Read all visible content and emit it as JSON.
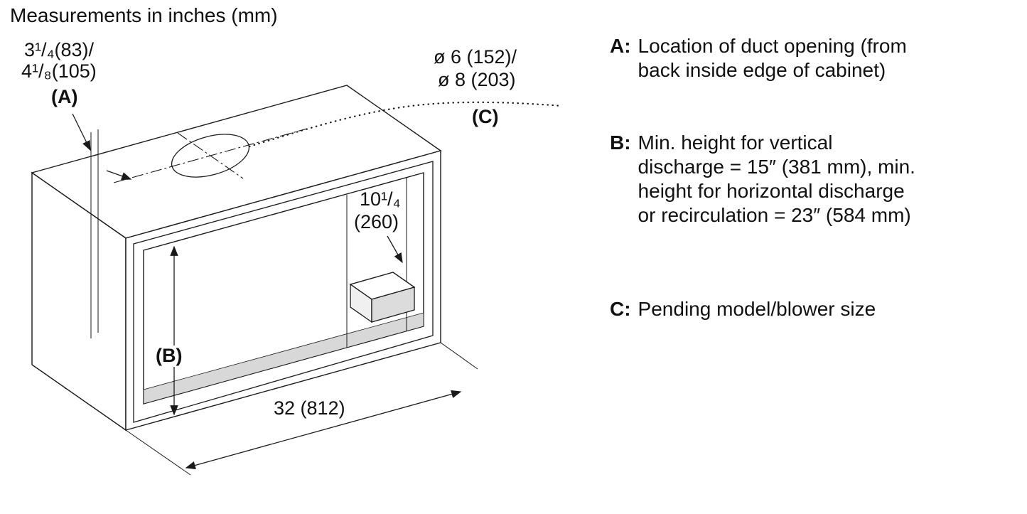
{
  "title": "Measurements in inches (mm)",
  "diagram": {
    "dim_a": {
      "line1": "3¹/₄(83)/",
      "line2": "4¹/₈(105)",
      "ref": "(A)"
    },
    "dim_c": {
      "line1": "ø 6 (152)/",
      "line2": "ø 8 (203)",
      "ref": "(C)"
    },
    "dim_depth": {
      "line1": "10¹/₄",
      "line2": "(260)"
    },
    "dim_b_ref": "(B)",
    "dim_width": "32 (812)"
  },
  "legend": {
    "items": [
      {
        "key": "A:",
        "text": "Location of duct opening (from back inside edge of cabinet)",
        "lines": [
          "Location of duct opening (from",
          "back inside edge of cabinet)"
        ]
      },
      {
        "key": "B:",
        "text": "Min. height for vertical discharge = 15″ (381 mm), min. height for horizontal discharge or recirculation = 23″ (584 mm)",
        "lines": [
          "Min. height for vertical",
          "discharge = 15″ (381 mm), min.",
          "height for horizontal discharge",
          "or recirculation = 23″ (584 mm)"
        ]
      },
      {
        "key": "C:",
        "text": "Pending model/blower size",
        "lines": [
          "Pending model/blower size"
        ]
      }
    ]
  },
  "colors": {
    "line": "#1a1a1a",
    "shade": "#d8d8d8",
    "background": "#ffffff"
  }
}
